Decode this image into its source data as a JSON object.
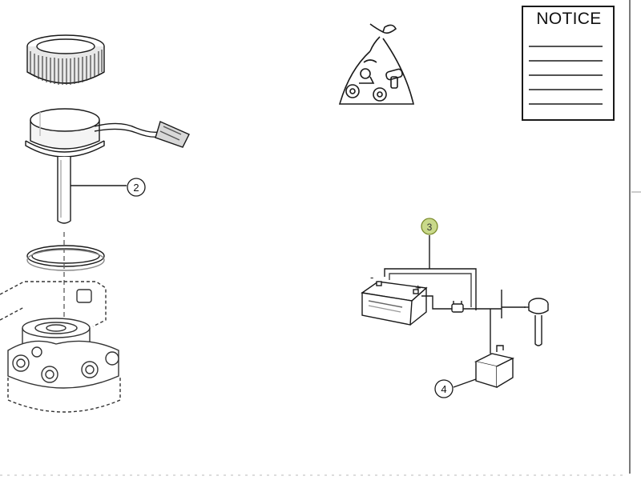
{
  "notice": {
    "title": "NOTICE"
  },
  "callouts": [
    {
      "id": "2",
      "label": "2",
      "highlighted": false
    },
    {
      "id": "3",
      "label": "3",
      "highlighted": true
    },
    {
      "id": "4",
      "label": "4",
      "highlighted": false
    }
  ],
  "battery": {
    "minus_symbol": "-",
    "plus_symbol": "+"
  },
  "colors": {
    "line": "#1a1a1a",
    "highlight_fill": "#c9d98a",
    "highlight_stroke": "#7a8a2a",
    "background": "#ffffff"
  },
  "icons": [
    "fuel-sender-cap-icon",
    "hardware-bag-icon",
    "notice-sheet-icon",
    "battery-icon",
    "relay-icon",
    "sensor-icon"
  ]
}
